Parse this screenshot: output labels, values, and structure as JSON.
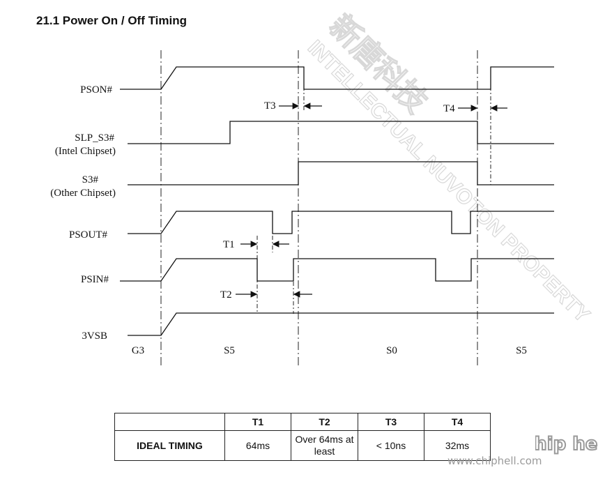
{
  "document": {
    "title": "21.1  Power On / Off Timing"
  },
  "signals": [
    {
      "name": "PSON#"
    },
    {
      "name": "SLP_S3#",
      "sub": "(Intel Chipset)"
    },
    {
      "name": "S3#",
      "sub": "(Other Chipset)"
    },
    {
      "name": "PSOUT#"
    },
    {
      "name": "PSIN#"
    },
    {
      "name": "3VSB"
    }
  ],
  "states": [
    "G3",
    "S5",
    "S0",
    "S5"
  ],
  "markers": [
    "T1",
    "T2",
    "T3",
    "T4"
  ],
  "timing_table": {
    "headers": [
      "",
      "T1",
      "T2",
      "T3",
      "T4"
    ],
    "row_label": "IDEAL TIMING",
    "values": [
      "64ms",
      "Over 64ms at least",
      "< 10ns",
      "32ms"
    ]
  },
  "watermark": {
    "chinese": "新唐科技",
    "text": "INTELLECTUAL NUVOTON PROPERTY"
  },
  "brand": {
    "url": "www.chiphell.com",
    "logo": "chip hell"
  }
}
